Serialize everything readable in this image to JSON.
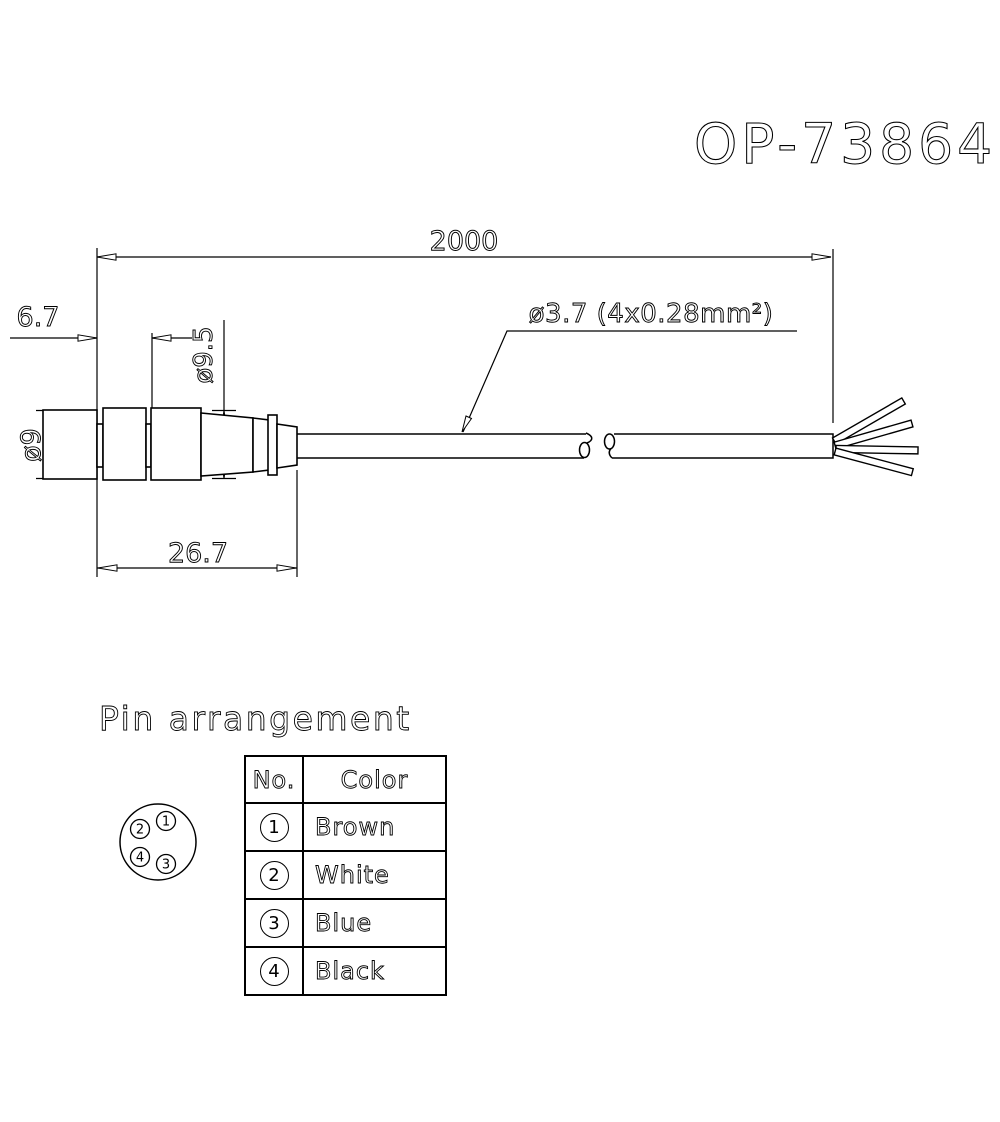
{
  "title": "OP-73864",
  "drawing": {
    "dim_cable_length": "2000",
    "dim_nut_width": "6.7",
    "dim_connector_length": "26.7",
    "dim_front_diameter": "ø9",
    "dim_body_diameter": "ø9.5",
    "cable_spec": "ø3.7 (4x0.28mm²)"
  },
  "pin_arrangement": {
    "heading": "Pin arrangement",
    "face_pins": [
      "1",
      "2",
      "3",
      "4"
    ],
    "table": {
      "headers": [
        "No.",
        "Color"
      ],
      "rows": [
        {
          "no": "1",
          "color": "Brown"
        },
        {
          "no": "2",
          "color": "White"
        },
        {
          "no": "3",
          "color": "Blue"
        },
        {
          "no": "4",
          "color": "Black"
        }
      ]
    }
  },
  "colors": {
    "line": "#000000",
    "background": "#ffffff"
  }
}
